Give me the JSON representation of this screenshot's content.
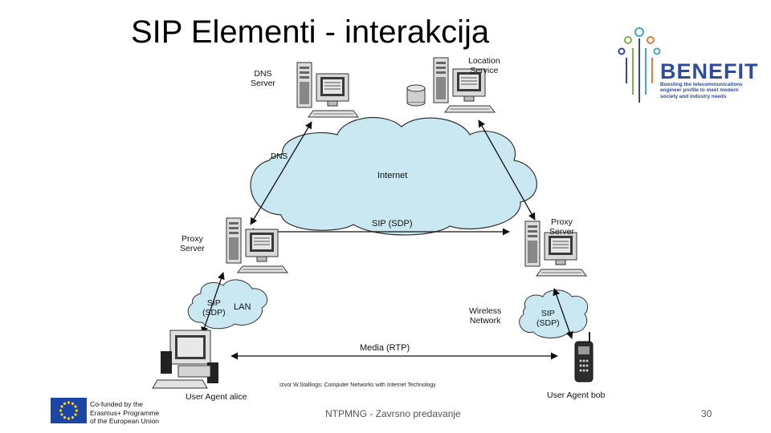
{
  "slide": {
    "title": "SIP Elementi - interakcija",
    "source_note": "Izvor W.Stallings: Computer Networks with Internet Technology",
    "footer_center": "NTPMNG - Zavrsno predavanje",
    "page_number": "30"
  },
  "diagram": {
    "nodes": {
      "dns_server": "DNS\nServer",
      "location_service": "Location\nService",
      "proxy_left": "Proxy\nServer",
      "proxy_right": "Proxy\nServer",
      "user_agent_alice": "User Agent alice",
      "user_agent_bob": "User Agent bob"
    },
    "clouds": {
      "internet": "Internet",
      "lan": "LAN",
      "lan_sip": "SIP\n(SDP)",
      "wireless_network": "Wireless\nNetwork",
      "wireless_sip": "SIP\n(SDP)"
    },
    "links": {
      "dns": "DNS",
      "sip_sdp": "SIP (SDP)",
      "media_rtp": "Media (RTP)"
    }
  },
  "logos": {
    "benefit": {
      "name": "BENEFIT",
      "tagline": "Boosting the telecommunications\nengineer profile to meet modern\nsociety and industry needs"
    },
    "eu": {
      "text": "Co-funded by the\nErasmus+ Programme\nof the European Union"
    }
  },
  "colors": {
    "cloud_fill": "#c9e8f1",
    "cloud_stroke": "#333333",
    "benefit_blue": "#2f4b9b",
    "eu_blue": "#1b45a6",
    "eu_star": "#ffd200"
  }
}
